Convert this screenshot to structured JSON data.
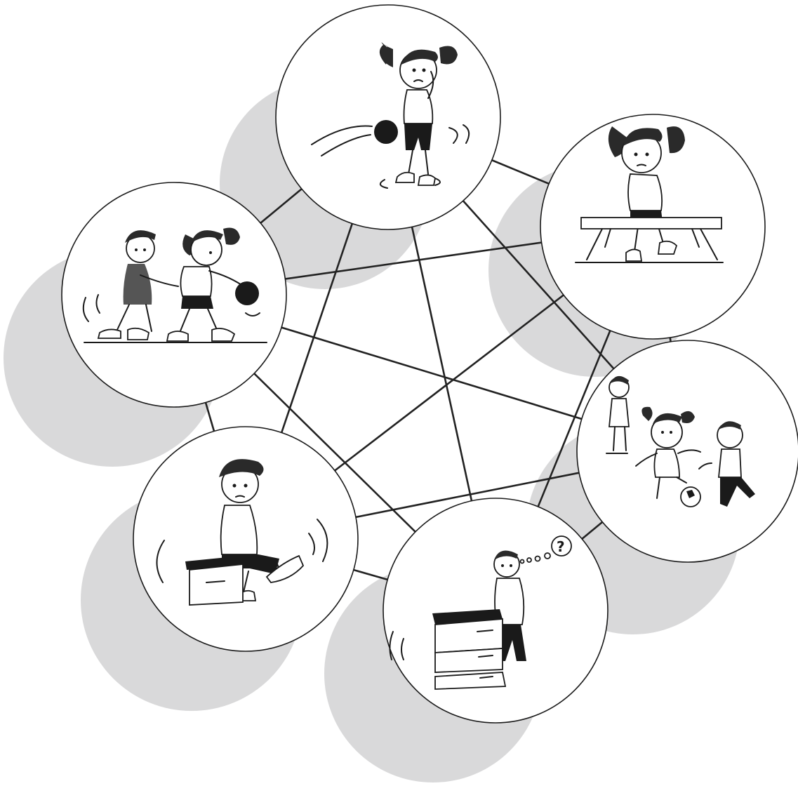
{
  "diagram": {
    "type": "network",
    "colors": {
      "shadow": "#d9d9da",
      "edge": "#222222",
      "node_fill": "#ffffff",
      "ink": "#1a1a1a"
    },
    "nodes": [
      {
        "id": "ball-girl-scared",
        "icon": "girl-with-ball-icon"
      },
      {
        "id": "girl-on-bench",
        "icon": "girl-sitting-bench-icon"
      },
      {
        "id": "kids-soccer",
        "icon": "kids-playing-soccer-icon"
      },
      {
        "id": "boy-vaulting-box",
        "icon": "boy-with-vaulting-box-icon"
      },
      {
        "id": "boy-on-box",
        "icon": "boy-sitting-box-icon"
      },
      {
        "id": "boy-girl-ball",
        "icon": "boy-holding-girl-icon"
      }
    ],
    "thought_bubble_text": "?"
  }
}
